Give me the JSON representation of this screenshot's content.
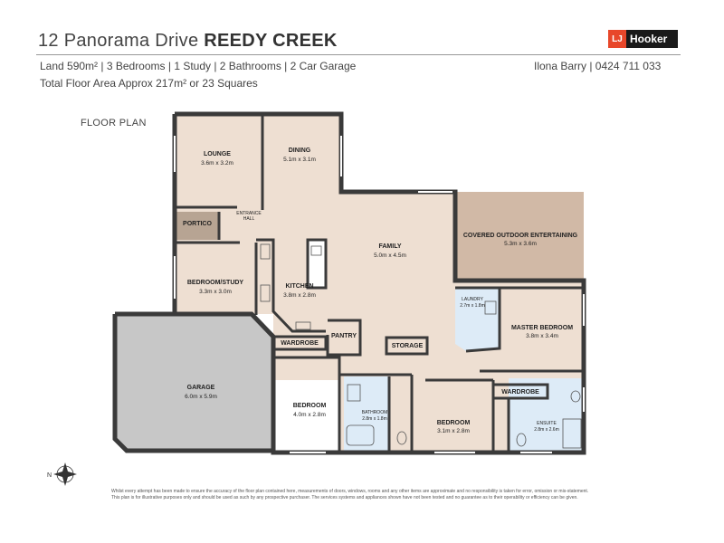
{
  "header": {
    "address": "12 Panorama Drive",
    "suburb": "REEDY CREEK",
    "specs": "Land 590m² | 3 Bedrooms | 1 Study | 2 Bathrooms | 2 Car Garage",
    "floor_area": "Total Floor Area Approx 217m² or 23 Squares",
    "agent": "Ilona Barry | 0424 711 033"
  },
  "logo": {
    "mark": "LJ",
    "name": "Hooker",
    "color": "#e8472a"
  },
  "plan_title": "FLOOR PLAN",
  "colors": {
    "floor": "#eedfd2",
    "garage": "#c7c7c7",
    "outdoor": "#d1b9a6",
    "portico": "#b7a493",
    "wet": "#ddebf7",
    "wall": "#3a3a3a"
  },
  "rooms": {
    "lounge": {
      "name": "LOUNGE",
      "dims": "3.6m x 3.2m"
    },
    "dining": {
      "name": "DINING",
      "dims": "5.1m x 3.1m"
    },
    "entrance": {
      "line1": "ENTRANCE",
      "line2": "HALL"
    },
    "portico": {
      "name": "PORTICO"
    },
    "family": {
      "name": "FAMILY",
      "dims": "5.0m x 4.5m"
    },
    "outdoor": {
      "name": "COVERED OUTDOOR ENTERTAINING",
      "dims": "5.3m x 3.6m"
    },
    "study": {
      "name": "BEDROOM/STUDY",
      "dims": "3.3m x 3.0m"
    },
    "kitchen": {
      "name": "KITCHEN",
      "dims": "3.8m x 2.8m"
    },
    "laundry": {
      "name": "LAUNDRY",
      "dims": "2.7m x 1.8m"
    },
    "master": {
      "name": "MASTER BEDROOM",
      "dims": "3.8m x 3.4m"
    },
    "wardrobe1": {
      "name": "WARDROBE"
    },
    "pantry": {
      "name": "PANTRY"
    },
    "storage": {
      "name": "STORAGE"
    },
    "garage": {
      "name": "GARAGE",
      "dims": "6.0m x 5.9m"
    },
    "bedroom2": {
      "name": "BEDROOM",
      "dims": "4.0m x 2.8m"
    },
    "bathroom": {
      "name": "BATHROOM",
      "dims": "2.8m x 1.8m"
    },
    "bedroom3": {
      "name": "BEDROOM",
      "dims": "3.1m x 2.8m"
    },
    "wardrobe2": {
      "name": "WARDROBE"
    },
    "ensuite": {
      "name": "ENSUITE",
      "dims": "2.8m x 2.6m"
    }
  },
  "compass": {
    "north": "N"
  },
  "disclaimer": {
    "line1": "Whilst every attempt has been made to ensure the accuracy of the floor plan contained here, measurements of doors, windows, rooms and any other items are approximate and no responsibility is taken for error, omission or mis-statement.",
    "line2": "This plan is for illustrative purposes only and should be used as such by any prospective purchaser. The services systems and appliances shown have not been tested and no guarantee as to their operability or efficiency can be given."
  }
}
